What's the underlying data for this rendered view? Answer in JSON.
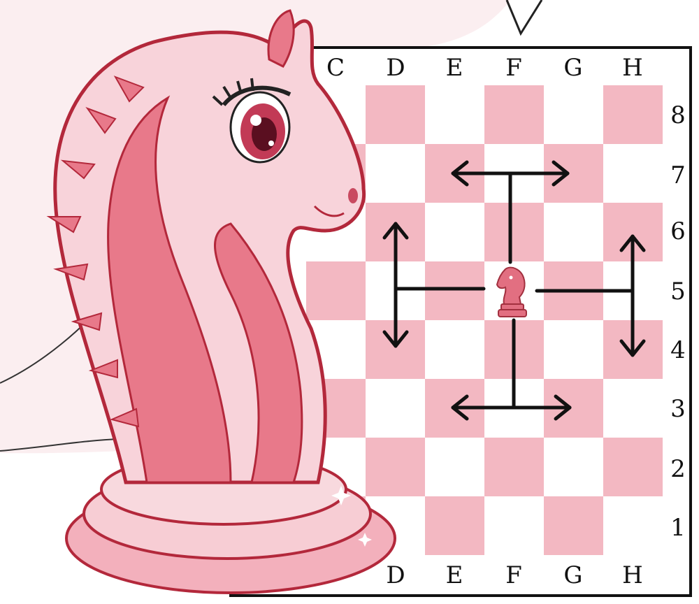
{
  "board": {
    "files_top": [
      "C",
      "D",
      "E",
      "F",
      "G",
      "H"
    ],
    "files_bottom": [
      "D",
      "E",
      "F",
      "G",
      "H"
    ],
    "ranks": [
      "8",
      "7",
      "6",
      "5",
      "4",
      "3",
      "2",
      "1"
    ],
    "light_color": "#ffffff",
    "dark_color": "#f3b8c2",
    "border_color": "#111111"
  },
  "piece": {
    "type": "knight",
    "square": "F5",
    "icon": "knight-icon",
    "color": "#e26f81"
  },
  "moves": [
    {
      "name": "up",
      "targets": [
        "E7",
        "G7"
      ]
    },
    {
      "name": "down",
      "targets": [
        "E3",
        "G3"
      ]
    },
    {
      "name": "left",
      "targets": [
        "D6",
        "D4"
      ]
    },
    {
      "name": "right",
      "targets": [
        "H6",
        "H4"
      ]
    }
  ],
  "mascot": {
    "type": "knight-mascot",
    "primary_color": "#f7cdd4",
    "accent_color": "#e8798a",
    "outline_color": "#b3283b"
  }
}
